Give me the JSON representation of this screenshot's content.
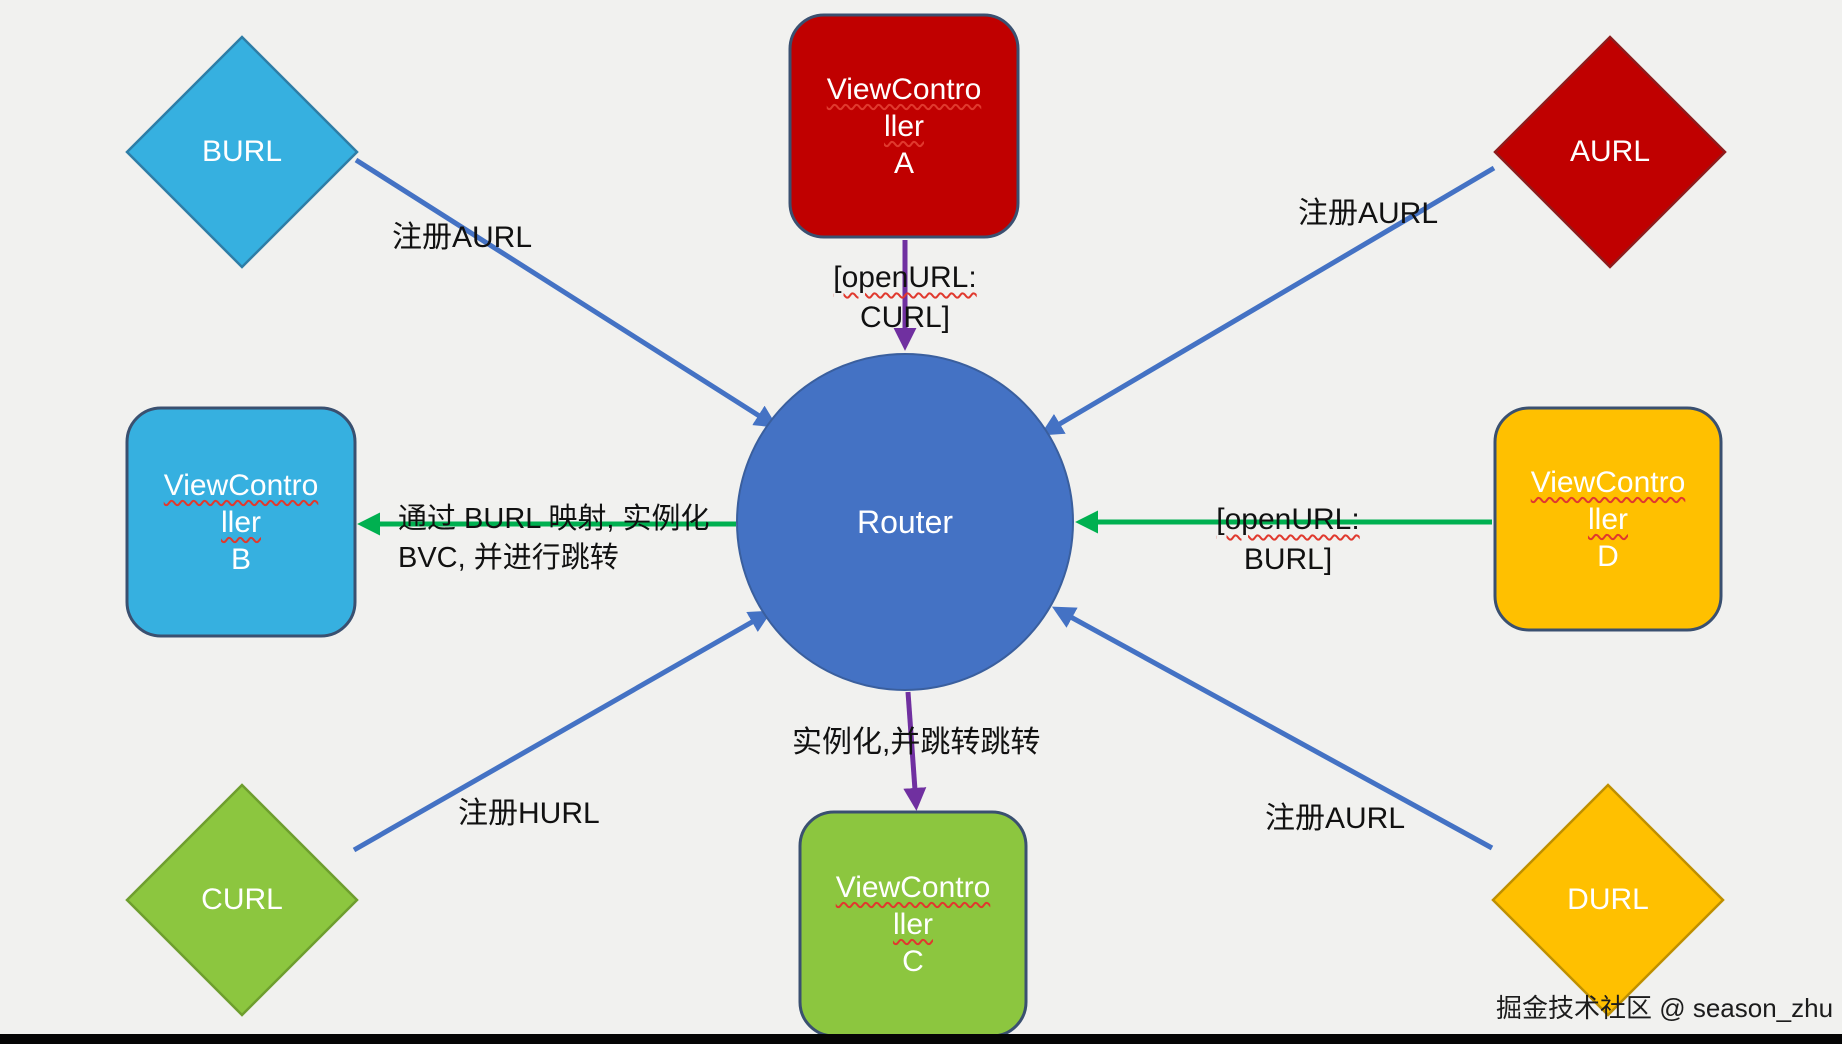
{
  "watermark": "掘金技术社区 @ season_zhu",
  "router": {
    "label": "Router",
    "color": "#4472C4"
  },
  "nodes": {
    "burl": {
      "shape": "diamond",
      "label": "BURL",
      "color": "#36B0E0"
    },
    "aurl": {
      "shape": "diamond",
      "label": "AURL",
      "color": "#C00000"
    },
    "curl": {
      "shape": "diamond",
      "label": "CURL",
      "color": "#8CC63F"
    },
    "durl": {
      "shape": "diamond",
      "label": "DURL",
      "color": "#FFC000"
    },
    "vc_a": {
      "shape": "rounded-rect",
      "line1": "ViewContro",
      "line2": "ller",
      "line3": "A",
      "color": "#C00000"
    },
    "vc_b": {
      "shape": "rounded-rect",
      "line1": "ViewContro",
      "line2": "ller",
      "line3": "B",
      "color": "#36B0E0"
    },
    "vc_c": {
      "shape": "rounded-rect",
      "line1": "ViewContro",
      "line2": "ller",
      "line3": "C",
      "color": "#8CC63F"
    },
    "vc_d": {
      "shape": "rounded-rect",
      "line1": "ViewContro",
      "line2": "ller",
      "line3": "D",
      "color": "#FFC000"
    }
  },
  "edges": {
    "burl_to_router": {
      "label": "注册AURL",
      "color": "#4472C4"
    },
    "aurl_to_router": {
      "label": "注册AURL",
      "color": "#4472C4"
    },
    "curl_to_router": {
      "label": "注册HURL",
      "color": "#4472C4"
    },
    "durl_to_router": {
      "label": "注册AURL",
      "color": "#4472C4"
    },
    "vc_a_to_router": {
      "line1": "[openURL:",
      "line2": "CURL]",
      "color": "#7030A0"
    },
    "vc_d_to_router": {
      "line1": "[openURL:",
      "line2": "BURL]",
      "color": "#00B050"
    },
    "router_to_vc_b": {
      "label": "通过 BURL 映射, 实例化 BVC, 并进行跳转",
      "color": "#00B050"
    },
    "router_to_vc_c": {
      "label": "实例化,并跳转跳转",
      "color": "#7030A0"
    }
  }
}
